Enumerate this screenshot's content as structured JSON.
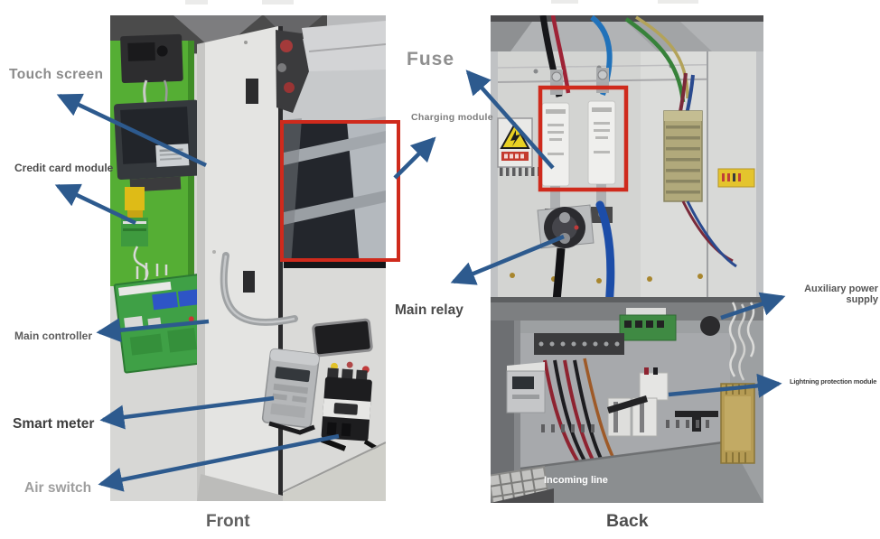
{
  "colors": {
    "arrow": "#2d5a8e",
    "highlight_box": "#cf2a1c",
    "cabinet_green": "#55ae34",
    "label_gray": "#8b8b8b",
    "label_dark": "#3e3e3e"
  },
  "front": {
    "caption": "Front",
    "labels": {
      "touch_screen": "Touch screen",
      "credit_card_module": "Credit card module",
      "main_controller": "Main controller",
      "smart_meter": "Smart meter",
      "air_switch": "Air switch",
      "charging_module": "Charging module"
    }
  },
  "back": {
    "caption": "Back",
    "labels": {
      "fuse": "Fuse",
      "main_relay": "Main relay",
      "auxiliary_power_supply": "Auxiliary power supply",
      "lightning_protection_module": "Lightning protection module",
      "incoming_line": "Incoming line"
    }
  }
}
